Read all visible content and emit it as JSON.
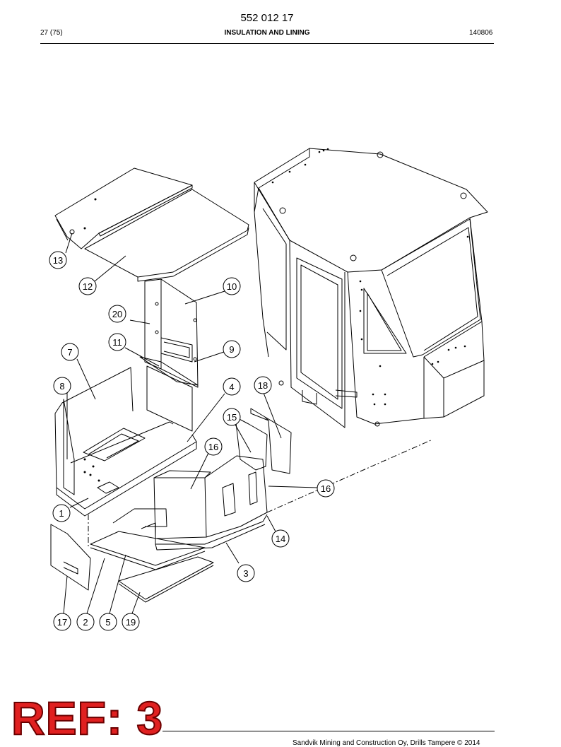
{
  "header": {
    "doc_number": "552 012 17",
    "page_ref": "27 (75)",
    "section_title": "INSULATION AND LINING",
    "date_code": "140806"
  },
  "drawing": {
    "callouts": [
      "13",
      "12",
      "10",
      "20",
      "11",
      "9",
      "7",
      "8",
      "4",
      "18",
      "15",
      "16",
      "16",
      "1",
      "14",
      "3",
      "17",
      "2",
      "5",
      "19"
    ]
  },
  "stamp": {
    "text": "REF: 3",
    "color": "#e02020"
  },
  "footer": {
    "copyright": "Sandvik Mining and Construction Oy, Drills Tampere © 2014"
  }
}
